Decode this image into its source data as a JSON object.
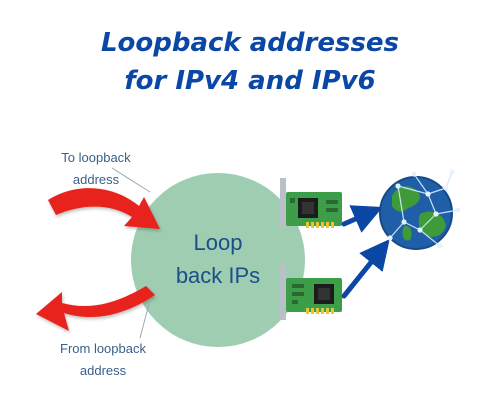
{
  "title": {
    "line1": "Loopback addresses",
    "line2": "for IPv4 and IPv6"
  },
  "diagram": {
    "center_label": [
      "Loop",
      "back IPs"
    ],
    "incoming_label": [
      "To loopback",
      "address"
    ],
    "outgoing_label": [
      "From loopback",
      "address"
    ],
    "icons": [
      "network-card-icon",
      "network-card-icon",
      "globe-icon"
    ],
    "colors": {
      "title": "#0b47a5",
      "circle": "#9fcdb1",
      "circle_text": "#1a4f8a",
      "label_text": "#3a5f8a",
      "arrow_red": "#e8231e",
      "arrow_blue": "#0b47a5",
      "card_green": "#3d9e4a",
      "globe_ocean": "#1f5fa8",
      "globe_land": "#3f9a3a"
    }
  }
}
